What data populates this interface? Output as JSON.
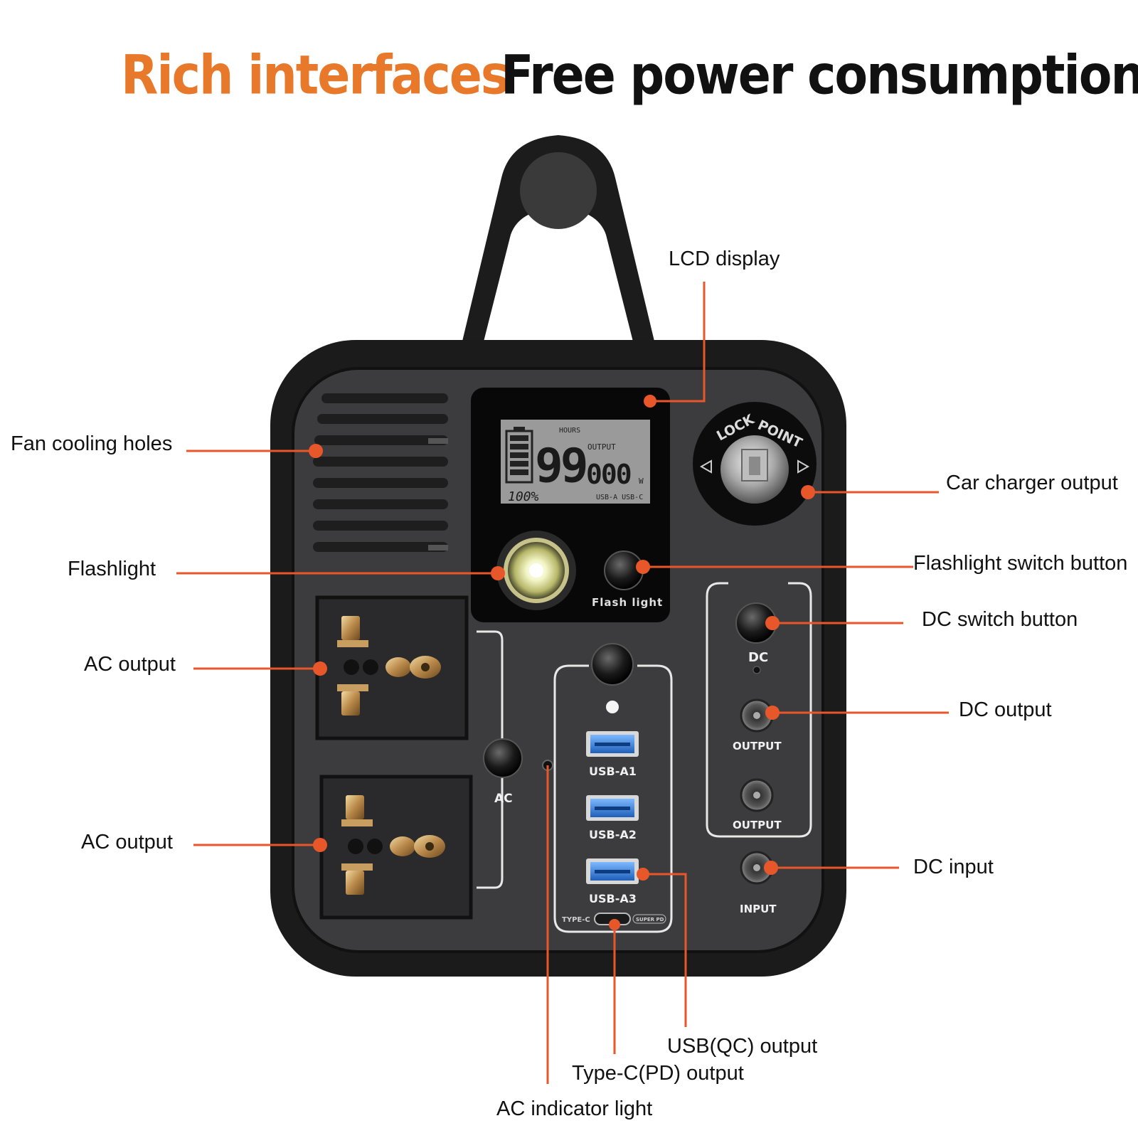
{
  "headings": {
    "left": "Rich interfaces",
    "right": "Free power consumption"
  },
  "callouts": {
    "lcd_display": "LCD display",
    "fan_cooling_holes": "Fan cooling holes",
    "car_charger_output": "Car charger output",
    "flashlight": "Flashlight",
    "flashlight_switch_button": "Flashlight switch button",
    "dc_switch_button": "DC switch button",
    "ac_output_top": "AC output",
    "dc_output": "DC output",
    "ac_output_bottom": "AC output",
    "dc_input": "DC input",
    "usb_qc_output": "USB(QC) output",
    "type_c_pd_output": "Type-C(PD) output",
    "ac_indicator_light": "AC indicator light"
  },
  "device": {
    "lcd": {
      "hours": "HOURS",
      "output": "OUTPUT",
      "big_digits": "99",
      "small_digits": "000",
      "unit": "W",
      "percent": "100%",
      "ports": "USB-A USB-C"
    },
    "lock_ring": {
      "lock": "LOCK",
      "point": "POINT"
    },
    "panel_labels": {
      "flash_light": "Flash light",
      "ac": "AC",
      "dc": "DC",
      "usb_a1": "USB-A1",
      "usb_a2": "USB-A2",
      "usb_a3": "USB-A3",
      "type_c": "TYPE-C",
      "super_pd": "SUPER PD",
      "output_1": "OUTPUT",
      "output_2": "OUTPUT",
      "input": "INPUT"
    }
  },
  "colors": {
    "accent_orange": "#e8782a",
    "leader_line": "#e8572a",
    "body_dark": "#1b1b1b",
    "panel_grey": "#3c3c3e",
    "usb_blue": "#2f7fd6"
  }
}
